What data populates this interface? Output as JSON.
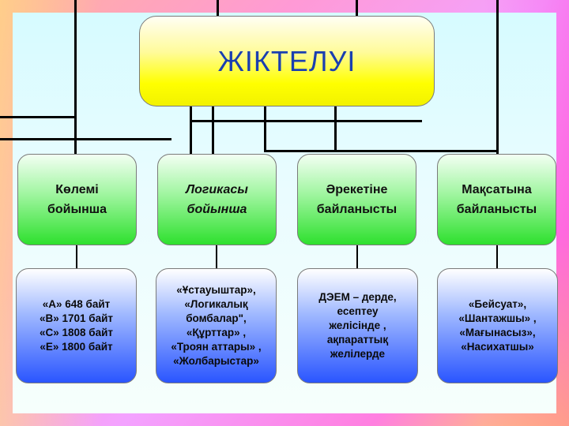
{
  "title": "ЖІКТЕЛУІ",
  "categories": [
    {
      "label": "Көлемі\nбойынша"
    },
    {
      "label": "Логикасы\nбойынша"
    },
    {
      "label": "Әрекетіне\nбайланысты"
    },
    {
      "label": "Мақсатына\nбайланысты"
    }
  ],
  "examples": [
    {
      "text": "«А» 648 байт\n«В» 1701 байт\n«С» 1808  байт\n«Е» 1800 байт"
    },
    {
      "text": "«Ұстауыштар»,\n«Логикалық\nбомбалар\",\n«Құрттар» ,\n«Троян аттары» ,\n«Жолбарыстар»"
    },
    {
      "text": "ДЭЕМ – дерде,\nесептеу\nжелісінде ,\nақпараттық\nжелілерде"
    },
    {
      "text": "«Бейсуат»,\n«Шантажшы» ,\n«Мағынасыз»,\n«Насихатшы»"
    }
  ],
  "colors": {
    "title_fill": "#ffff00",
    "title_text": "#1a3fb0",
    "category_fill": "#2ee02e",
    "example_fill": "#2a55ff",
    "connector": "#000000"
  }
}
